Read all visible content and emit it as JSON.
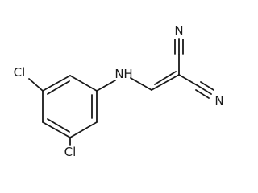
{
  "molecule": {
    "atoms": {
      "cl_top": "Cl",
      "cl_bottom": "Cl",
      "amine": "N",
      "amine_h": "H",
      "nitrile_top": "N",
      "nitrile_right": "N"
    }
  }
}
